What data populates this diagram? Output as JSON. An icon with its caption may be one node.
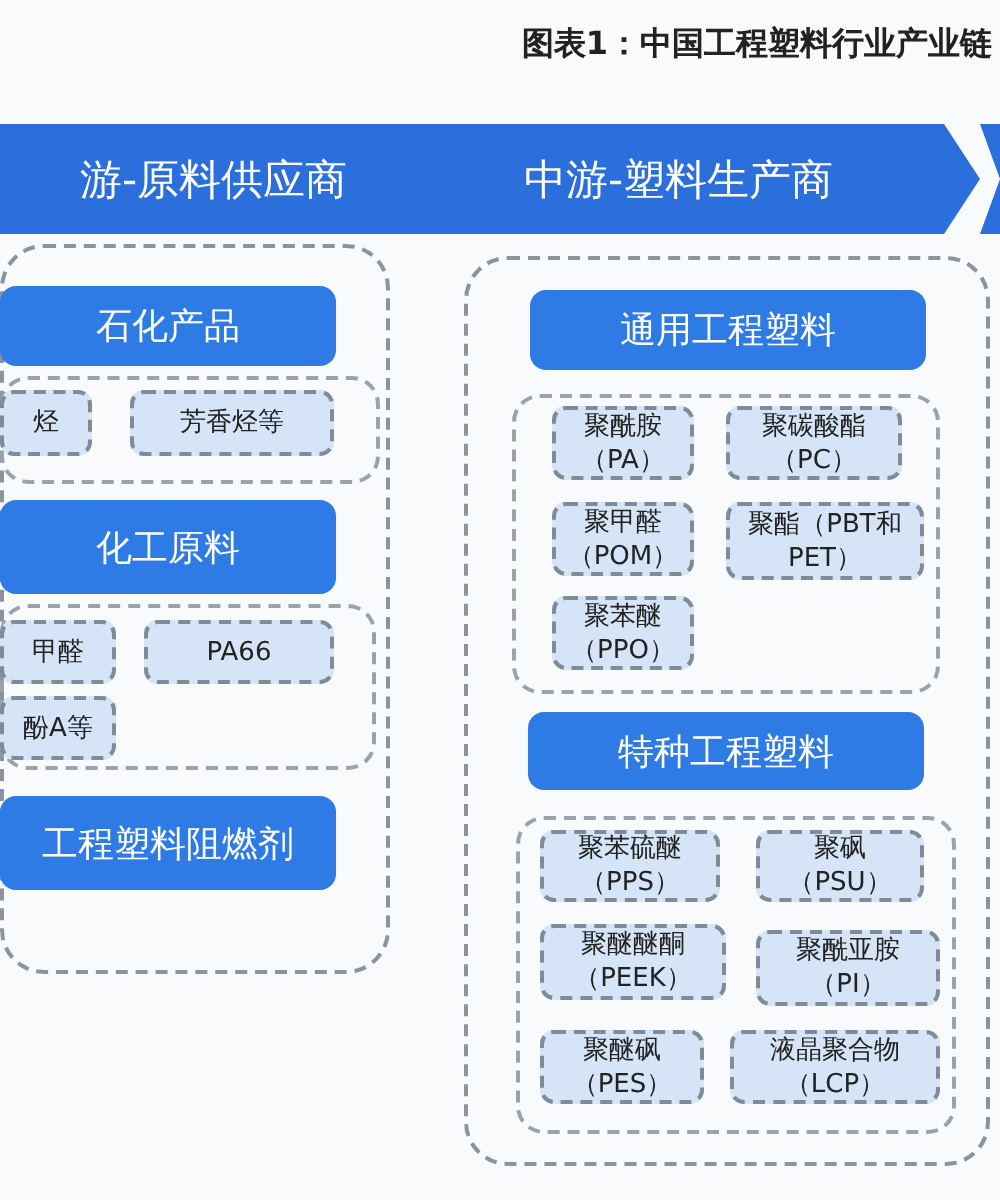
{
  "diagram": {
    "title": "图表1：中国工程塑料行业产业链",
    "nodes": [
      {
        "text": [
          "游-原料供应商"
        ]
      },
      {
        "text": [
          "中游-塑料生产商"
        ]
      },
      {
        "text": [],
        "shape": "chevron"
      },
      {
        "text": [],
        "shape": "box"
      },
      {
        "text": [
          "石化产品"
        ],
        "in": 3
      },
      {
        "text": [],
        "shape": "box",
        "in": 3
      },
      {
        "text": [
          "烃"
        ],
        "in": 5
      },
      {
        "text": [
          "芳香烃等"
        ],
        "in": 5
      },
      {
        "text": [
          "化工原料"
        ],
        "in": 3
      },
      {
        "text": [],
        "shape": "box",
        "in": 3
      },
      {
        "text": [
          "甲醛"
        ],
        "in": 9
      },
      {
        "text": [
          "PA66"
        ],
        "in": 9
      },
      {
        "text": [
          "酚A等"
        ],
        "in": 9
      },
      {
        "text": [
          "工程塑料阻燃剂"
        ],
        "in": 3
      },
      {
        "text": [],
        "shape": "box"
      },
      {
        "text": [
          "通用工程塑料"
        ],
        "in": 14
      },
      {
        "text": [],
        "shape": "box",
        "in": 14
      },
      {
        "text": [
          "聚酰胺（PA）"
        ],
        "in": 16
      },
      {
        "text": [
          "聚碳酸酯（PC）"
        ],
        "in": 16
      },
      {
        "text": [
          "聚甲醛（POM）"
        ],
        "in": 16
      },
      {
        "text": [
          "聚酯（PBT和PET）"
        ],
        "in": 16
      },
      {
        "text": [
          "聚苯醚（PPO）"
        ],
        "in": 16
      },
      {
        "text": [
          "特种工程塑料"
        ],
        "in": 14
      },
      {
        "text": [],
        "shape": "box",
        "in": 14
      },
      {
        "text": [
          "聚苯硫醚（PPS）"
        ],
        "in": 23
      },
      {
        "text": [
          "聚砜（PSU）"
        ],
        "in": 23
      },
      {
        "text": [
          "聚醚醚酮（PEEK）"
        ],
        "in": 23
      },
      {
        "text": [
          "聚酰亚胺（PI）"
        ],
        "in": 23
      },
      {
        "text": [
          "聚醚砜（PES）"
        ],
        "in": 23
      },
      {
        "text": [
          "液晶聚合物（LCP）"
        ],
        "in": 23
      }
    ]
  }
}
